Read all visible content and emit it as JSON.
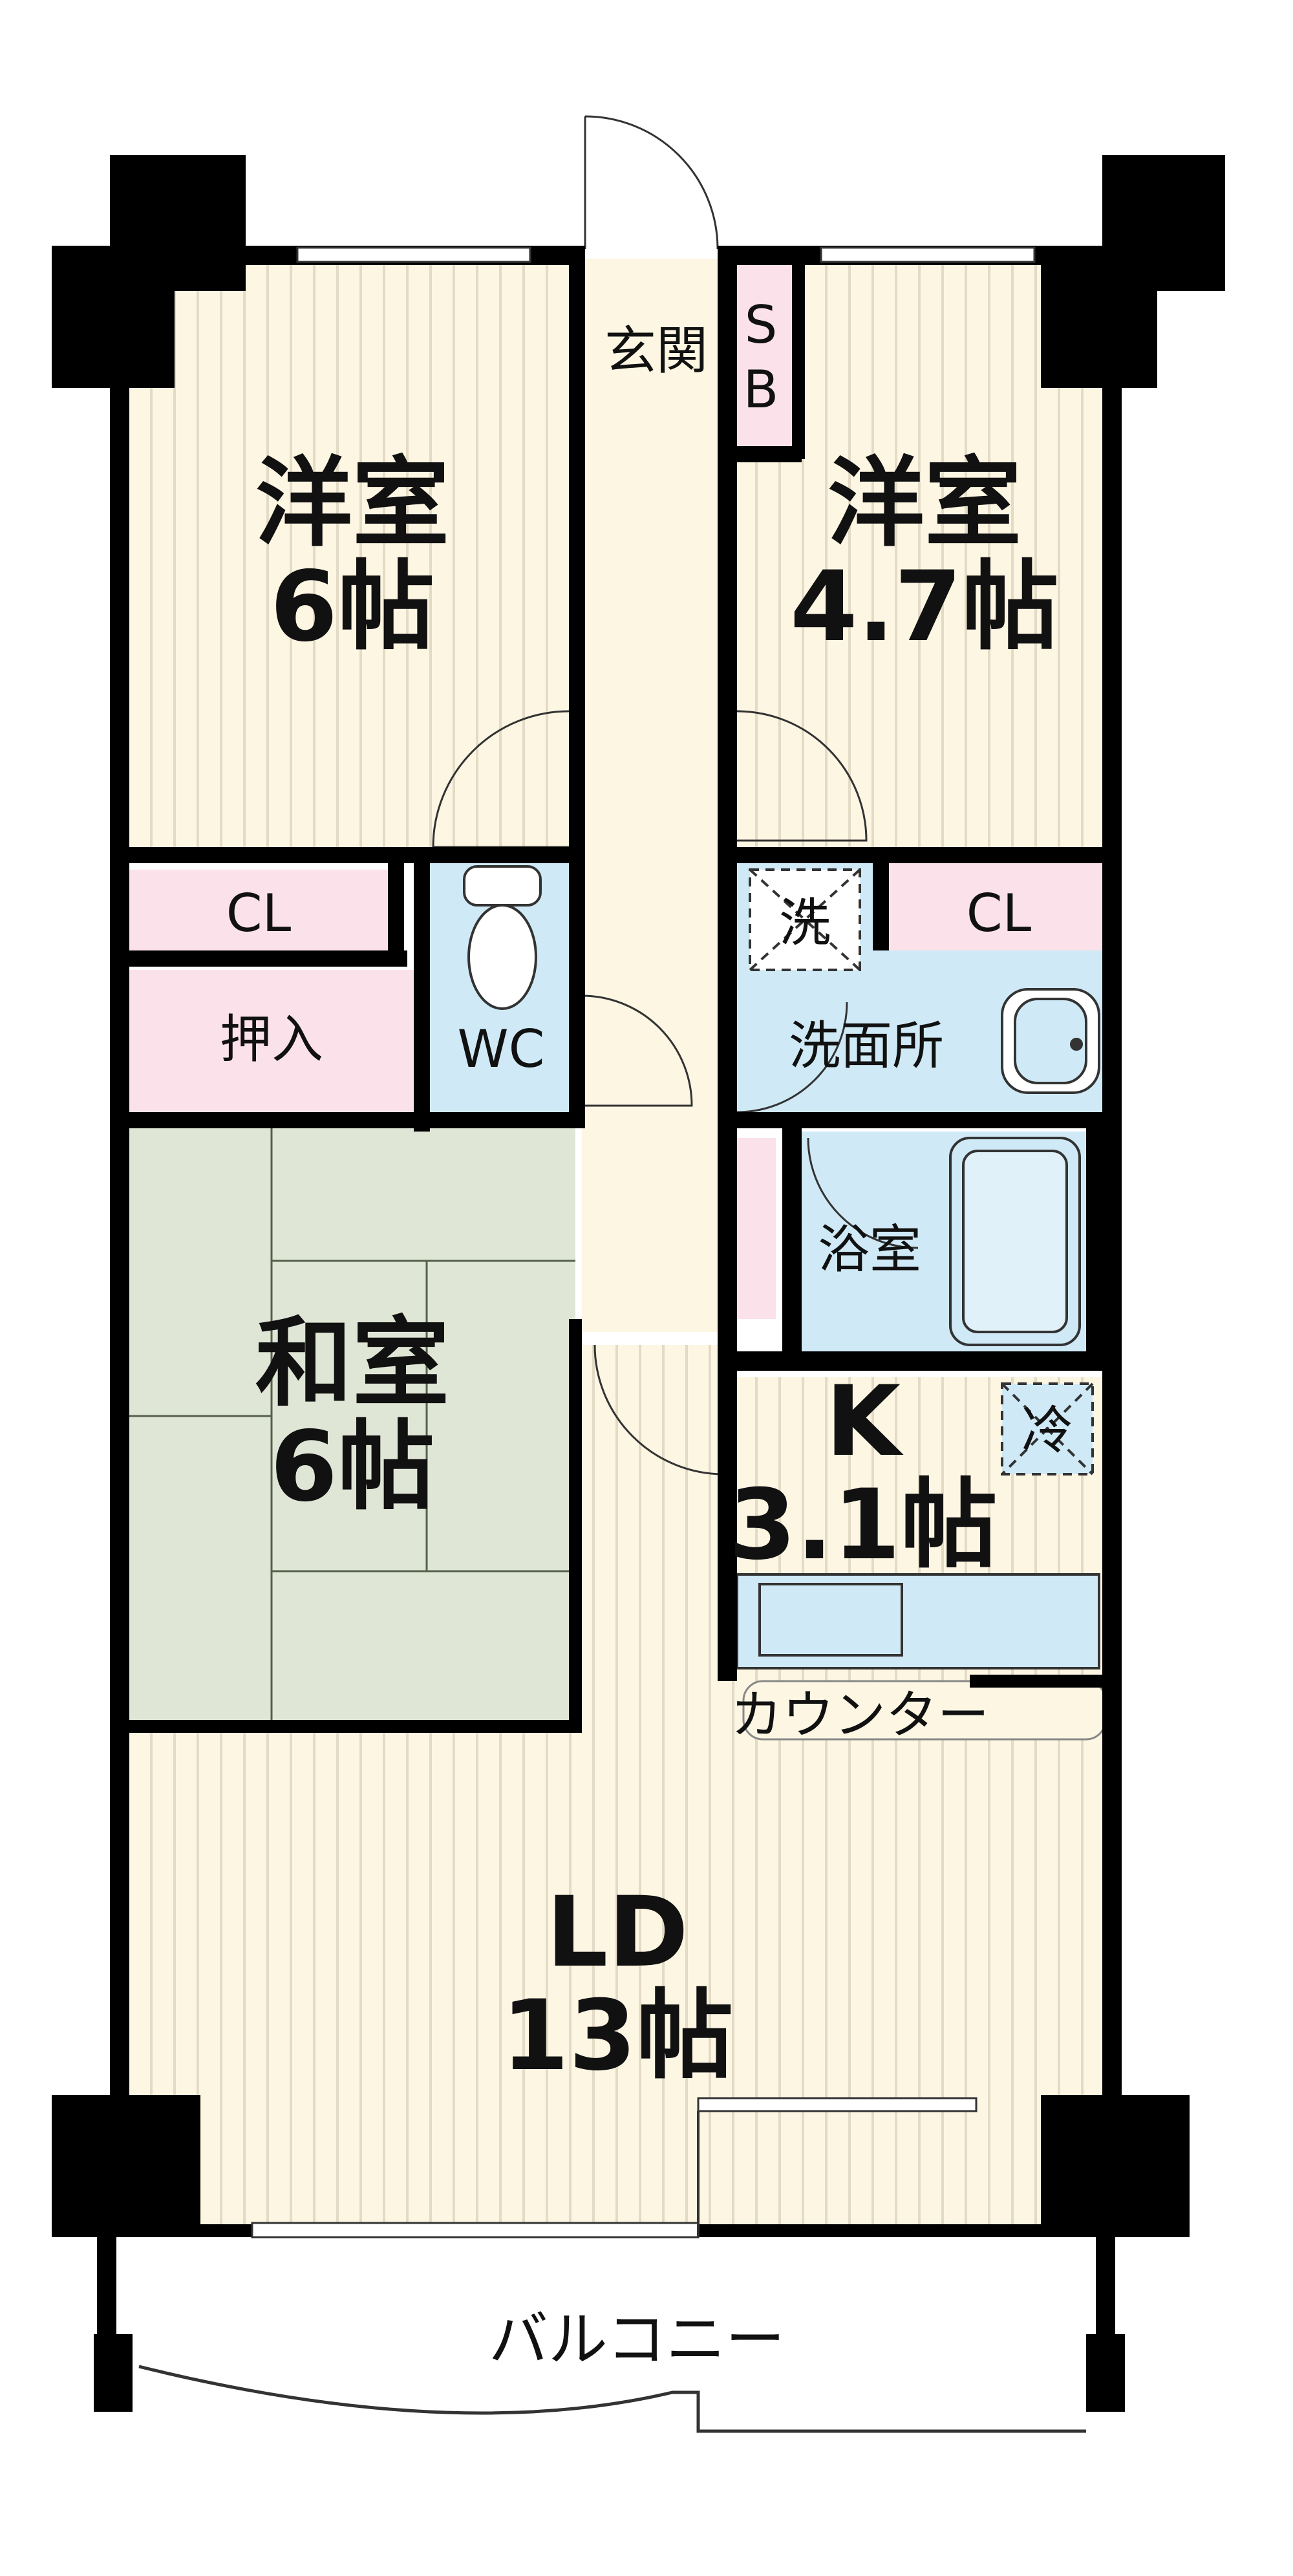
{
  "rooms": {
    "western_left": {
      "name": "洋室",
      "size": "6帖"
    },
    "western_right": {
      "name": "洋室",
      "size": "4.7帖"
    },
    "entrance": {
      "name": "玄関"
    },
    "shoe_box": {
      "name_line1": "S",
      "name_line2": "B"
    },
    "closet_left": {
      "name": "CL"
    },
    "closet_right": {
      "name": "CL"
    },
    "oshiire": {
      "name": "押入"
    },
    "wc": {
      "name": "WC"
    },
    "washer": {
      "name": "洗"
    },
    "washroom": {
      "name": "洗面所"
    },
    "bath": {
      "name": "浴室"
    },
    "fridge": {
      "name": "冷"
    },
    "washitsu": {
      "name": "和室",
      "size": "6帖"
    },
    "kitchen": {
      "name": "K",
      "size": "3.1帖"
    },
    "counter": {
      "name": "カウンター"
    },
    "ld": {
      "name": "LD",
      "size": "13帖"
    },
    "balcony": {
      "name": "バルコニー"
    }
  },
  "colors": {
    "wall": "#000000",
    "floor": "#fdf6e3",
    "floor_stripe": "#e3dbc6",
    "closet": "#fbe1ea",
    "water": "#cfeaf6",
    "tatami": "#e0e6d6",
    "tatami_line": "#55604a"
  }
}
